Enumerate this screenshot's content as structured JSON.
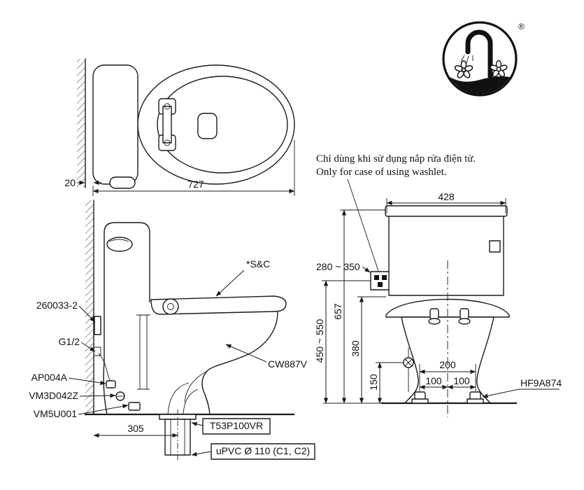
{
  "colors": {
    "line": "#1a1a1a",
    "ink": "#111111",
    "background": "#ffffff"
  },
  "top_view": {
    "dim_width": "727",
    "dim_wall_gap": "20"
  },
  "side_view": {
    "part_supply_stop": "260033-2",
    "part_thread": "G1/2",
    "part_hose": "AP004A",
    "part_valve": "VM3D042Z",
    "part_base": "VM5U001",
    "part_seat": "*S&C",
    "part_bowl": "CW887V",
    "dim_rough_in": "305",
    "part_drain": "T53P100VR",
    "part_pipe": "uPVC Ø 110 (C1, C2)"
  },
  "front_view": {
    "dim_tank_width": "428",
    "dim_supply_h_range": "280 ~ 350",
    "dim_total_height": "657",
    "dim_supply_v_range": "450 ~ 550",
    "dim_seat_height": "380",
    "dim_valve_height": "150",
    "dim_bolt_span": "200",
    "dim_bolt_left": "100",
    "dim_bolt_right": "100",
    "part_bolt_cap": "HF9A874"
  },
  "note": {
    "vi": "Chỉ dùng khi sử dụng nắp rửa điện tử.",
    "en": "Only for case of using washlet."
  },
  "logo": {
    "registered": "®"
  }
}
